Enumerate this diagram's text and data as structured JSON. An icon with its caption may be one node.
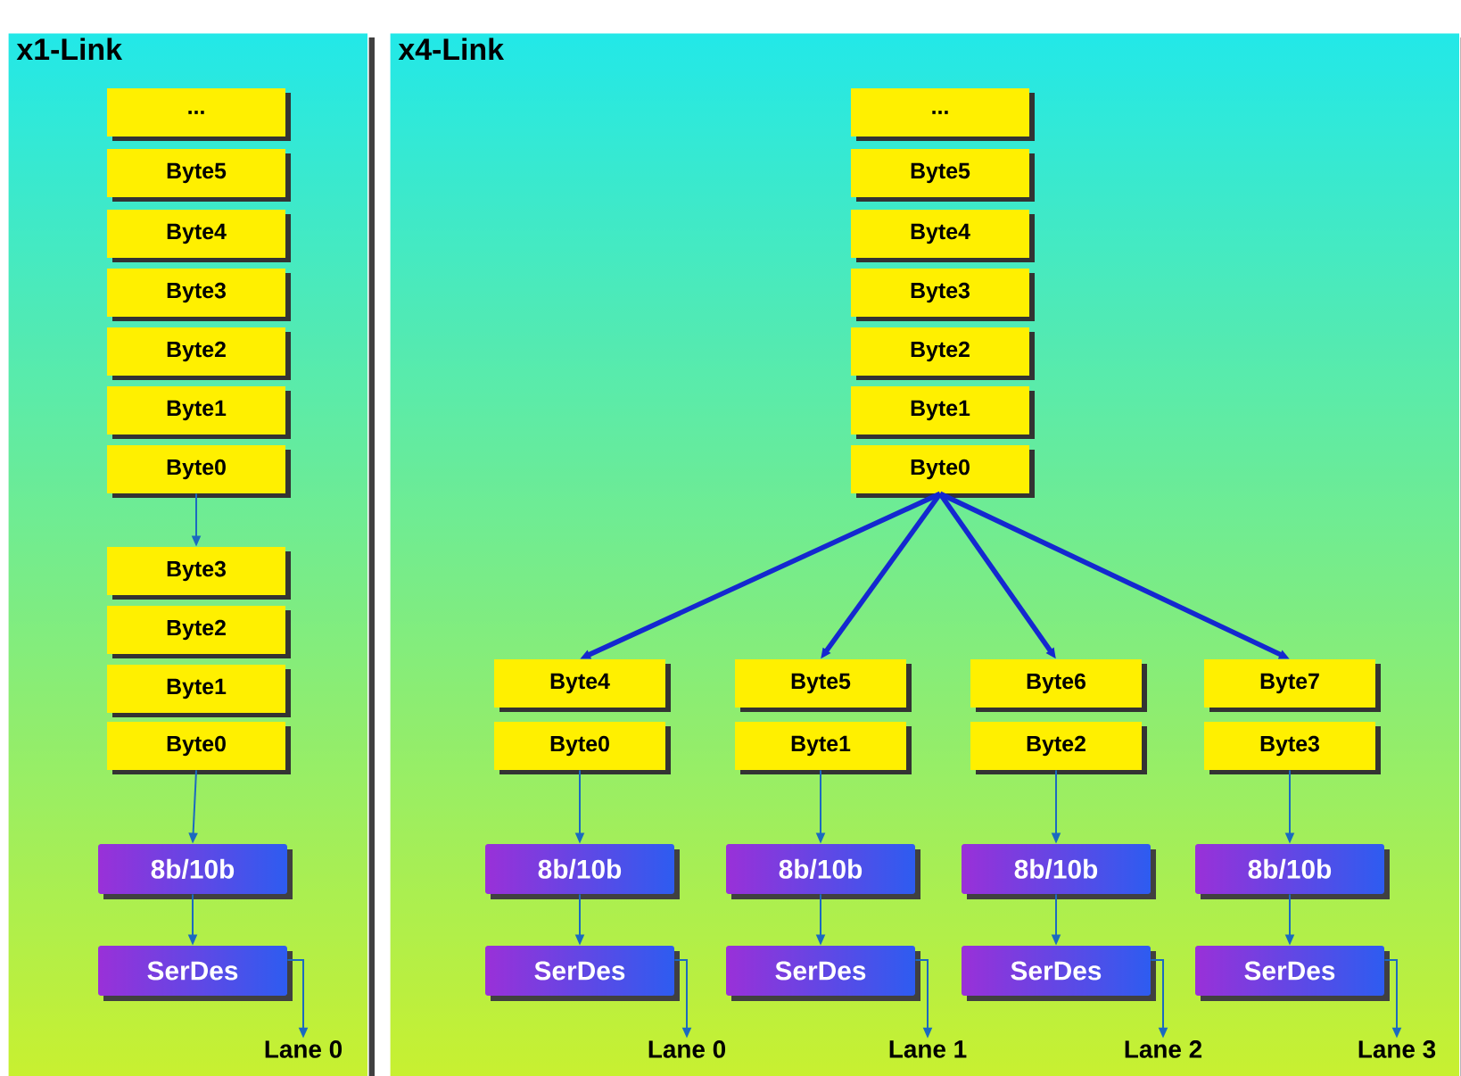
{
  "diagram": {
    "nodes": [
      {
        "text": [
          "x1-Link"
        ]
      },
      {
        "text": [
          "..."
        ],
        "in": 0
      },
      {
        "text": [
          "Byte5"
        ],
        "in": 0
      },
      {
        "text": [
          "Byte4"
        ],
        "in": 0
      },
      {
        "text": [
          "Byte3"
        ],
        "in": 0
      },
      {
        "text": [
          "Byte2"
        ],
        "in": 0
      },
      {
        "text": [
          "Byte1"
        ],
        "in": 0
      },
      {
        "text": [
          "Byte0"
        ],
        "in": 0
      },
      {
        "text": [
          "Byte3"
        ],
        "in": 0
      },
      {
        "text": [
          "Byte2"
        ],
        "in": 0
      },
      {
        "text": [
          "Byte1"
        ],
        "in": 0
      },
      {
        "text": [
          "Byte0"
        ],
        "in": 0
      },
      {
        "text": [
          "8b/10b"
        ],
        "in": 0
      },
      {
        "text": [
          "SerDes"
        ],
        "in": 0
      },
      {
        "text": [
          "Lane 0"
        ],
        "in": 0
      },
      {
        "text": [
          "x4-Link"
        ]
      },
      {
        "text": [
          "..."
        ],
        "in": 15
      },
      {
        "text": [
          "Byte5"
        ],
        "in": 15
      },
      {
        "text": [
          "Byte4"
        ],
        "in": 15
      },
      {
        "text": [
          "Byte3"
        ],
        "in": 15
      },
      {
        "text": [
          "Byte2"
        ],
        "in": 15
      },
      {
        "text": [
          "Byte1"
        ],
        "in": 15
      },
      {
        "text": [
          "Byte0"
        ],
        "in": 15
      },
      {
        "text": [
          "Byte4"
        ],
        "in": 15
      },
      {
        "text": [
          "Byte0"
        ],
        "in": 15
      },
      {
        "text": [
          "8b/10b"
        ],
        "in": 15
      },
      {
        "text": [
          "SerDes"
        ],
        "in": 15
      },
      {
        "text": [
          "Lane 0"
        ],
        "in": 15
      },
      {
        "text": [
          "Byte5"
        ],
        "in": 15
      },
      {
        "text": [
          "Byte1"
        ],
        "in": 15
      },
      {
        "text": [
          "8b/10b"
        ],
        "in": 15
      },
      {
        "text": [
          "SerDes"
        ],
        "in": 15
      },
      {
        "text": [
          "Lane 1"
        ],
        "in": 15
      },
      {
        "text": [
          "Byte6"
        ],
        "in": 15
      },
      {
        "text": [
          "Byte2"
        ],
        "in": 15
      },
      {
        "text": [
          "8b/10b"
        ],
        "in": 15
      },
      {
        "text": [
          "SerDes"
        ],
        "in": 15
      },
      {
        "text": [
          "Lane 2"
        ],
        "in": 15
      },
      {
        "text": [
          "Byte7"
        ],
        "in": 15
      },
      {
        "text": [
          "Byte3"
        ],
        "in": 15
      },
      {
        "text": [
          "8b/10b"
        ],
        "in": 15
      },
      {
        "text": [
          "SerDes"
        ],
        "in": 15
      },
      {
        "text": [
          "Lane 3"
        ],
        "in": 15
      }
    ],
    "edges": [
      {
        "from": 7,
        "to": 8,
        "arrow": "to"
      },
      {
        "from": 11,
        "to": 12,
        "arrow": "to"
      },
      {
        "from": 12,
        "to": 13,
        "arrow": "to"
      },
      {
        "from": 13,
        "to": 14,
        "arrow": "to"
      },
      {
        "from": 22,
        "to": 23,
        "arrow": "to",
        "style": "thick"
      },
      {
        "from": 22,
        "to": 28,
        "arrow": "to",
        "style": "thick"
      },
      {
        "from": 22,
        "to": 33,
        "arrow": "to",
        "style": "thick"
      },
      {
        "from": 22,
        "to": 38,
        "arrow": "to",
        "style": "thick"
      },
      {
        "from": 24,
        "to": 25,
        "arrow": "to"
      },
      {
        "from": 25,
        "to": 26,
        "arrow": "to"
      },
      {
        "from": 26,
        "to": 27,
        "arrow": "to"
      },
      {
        "from": 29,
        "to": 30,
        "arrow": "to"
      },
      {
        "from": 30,
        "to": 31,
        "arrow": "to"
      },
      {
        "from": 31,
        "to": 32,
        "arrow": "to"
      },
      {
        "from": 34,
        "to": 35,
        "arrow": "to"
      },
      {
        "from": 35,
        "to": 36,
        "arrow": "to"
      },
      {
        "from": 36,
        "to": 37,
        "arrow": "to"
      },
      {
        "from": 39,
        "to": 40,
        "arrow": "to"
      },
      {
        "from": 40,
        "to": 41,
        "arrow": "to"
      },
      {
        "from": 41,
        "to": 42,
        "arrow": "to"
      }
    ]
  }
}
